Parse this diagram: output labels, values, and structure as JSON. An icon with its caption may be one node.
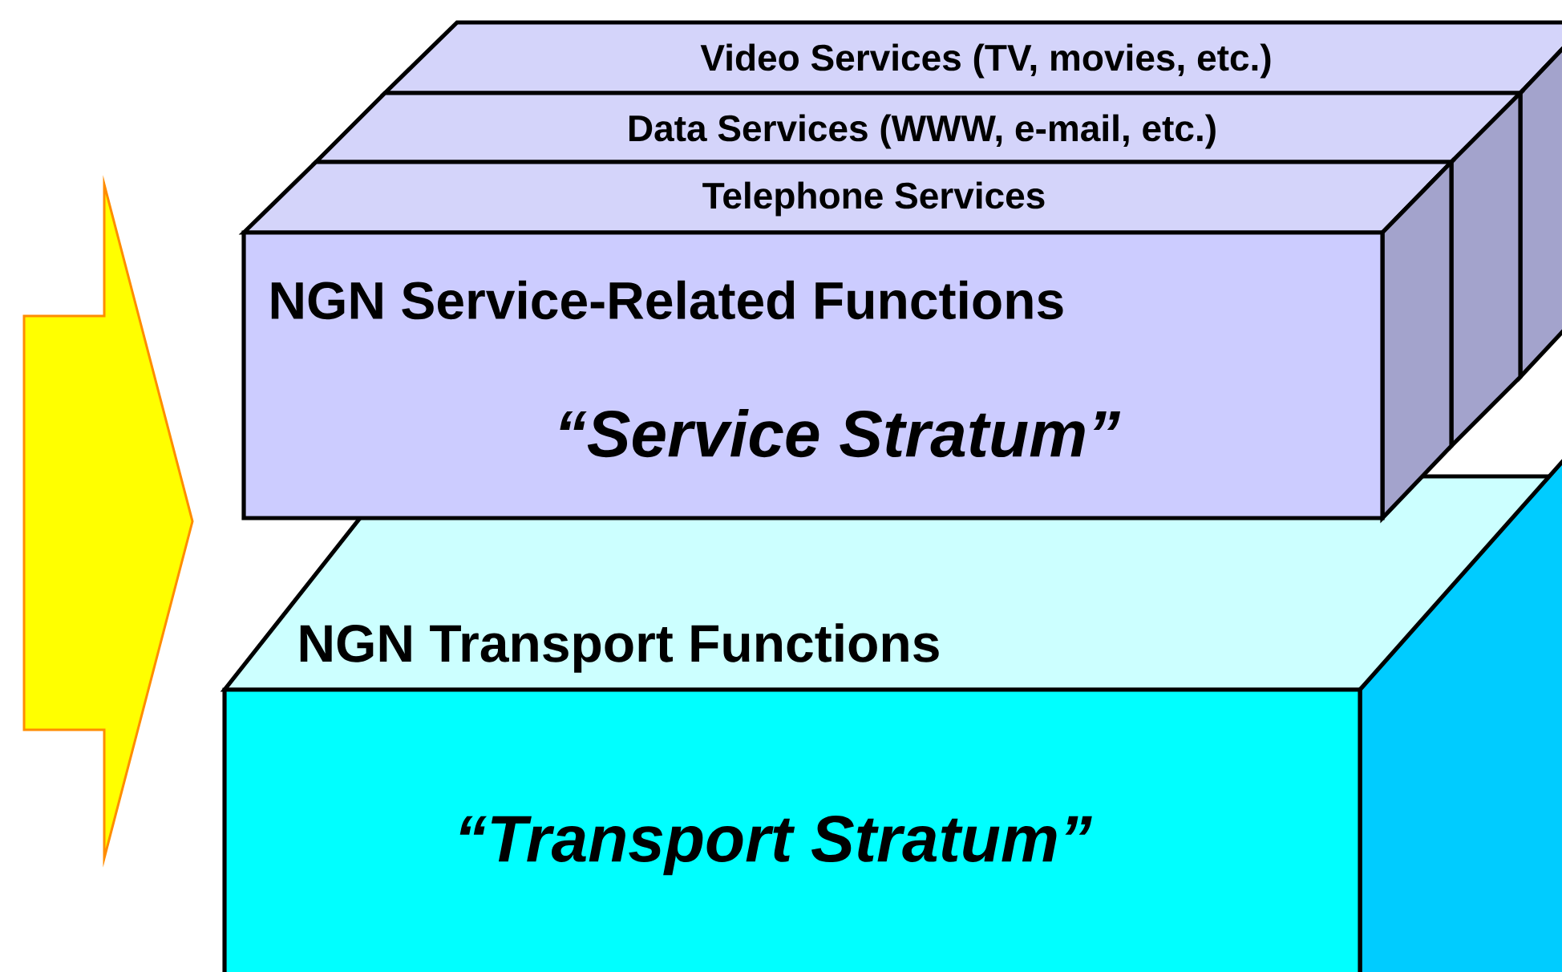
{
  "diagram": {
    "nodes": [
      {
        "text": [
          "Video Services (TV, movies, etc.)"
        ]
      },
      {
        "text": [
          "Data Services (WWW, e-mail, etc.)"
        ]
      },
      {
        "text": [
          "Telephone Services"
        ]
      },
      {
        "text": [
          "NGN Service-Related Functions",
          "“Service Stratum”"
        ]
      },
      {
        "text": [
          "NGN Transport Functions",
          "“Transport Stratum”"
        ]
      }
    ]
  }
}
